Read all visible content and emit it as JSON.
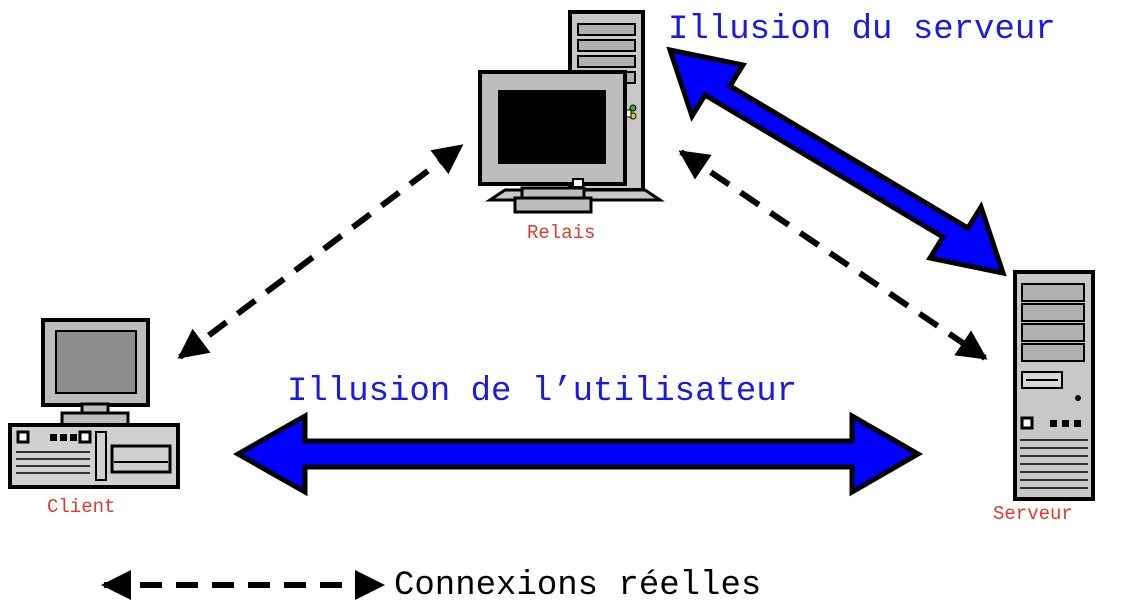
{
  "nodes": {
    "relay": {
      "label": "Relais"
    },
    "client": {
      "label": "Client"
    },
    "server": {
      "label": "Serveur"
    }
  },
  "illusions": {
    "server": "Illusion du serveur",
    "user": "Illusion de l’utilisateur"
  },
  "legend": {
    "real_connections": "Connexions réelles"
  },
  "colors": {
    "illusion_arrow": "#0000ff",
    "illusion_text": "#1a1ae6",
    "node_label": "#e23a2a",
    "real_connection": "#000000"
  },
  "edges": [
    {
      "from": "client",
      "to": "relay",
      "style": "dashed",
      "meaning": "real-connection"
    },
    {
      "from": "relay",
      "to": "server",
      "style": "dashed",
      "meaning": "real-connection"
    },
    {
      "from": "relay",
      "to": "server",
      "style": "thick-double-arrow",
      "meaning": "illusion"
    },
    {
      "from": "client",
      "to": "server",
      "style": "thick-double-arrow",
      "meaning": "illusion"
    }
  ]
}
